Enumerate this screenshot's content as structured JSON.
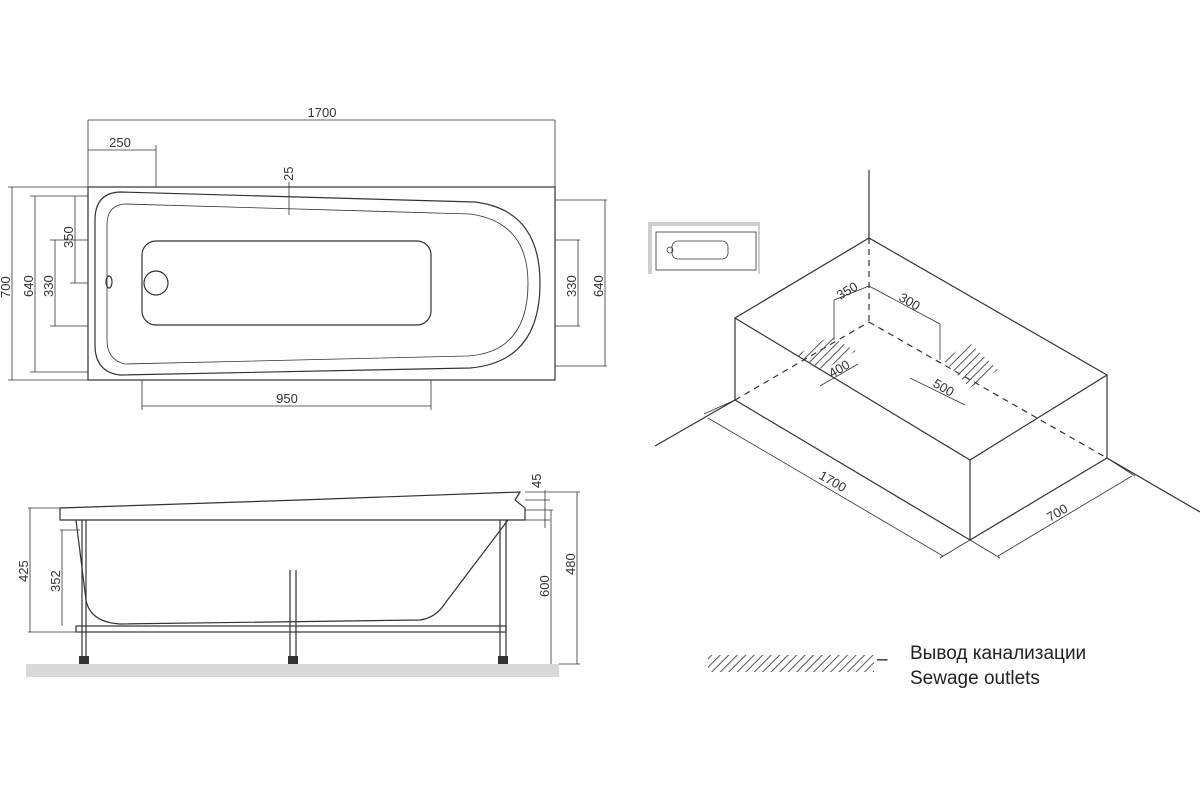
{
  "plan_view": {
    "length": "1700",
    "offset_outlet": "250",
    "rim_offset": "25",
    "outlet_side": "350",
    "inner_width_left": "330",
    "inner_length_left": "640",
    "outer_width_left": "700",
    "inner_width_right": "330",
    "outer_width_right": "640",
    "floor_length": "950"
  },
  "side_view": {
    "rim_thickness": "45",
    "height_total": "425",
    "height_inner": "352",
    "height_apron": "600",
    "height_rim": "480"
  },
  "iso_view": {
    "outlet_x": "350",
    "outlet_gap": "300",
    "outlet_w1": "400",
    "outlet_w2": "500",
    "length": "1700",
    "width": "700"
  },
  "legend": {
    "dash": "–",
    "label_ru": "Вывод канализации",
    "label_en": "Sewage outlets"
  }
}
